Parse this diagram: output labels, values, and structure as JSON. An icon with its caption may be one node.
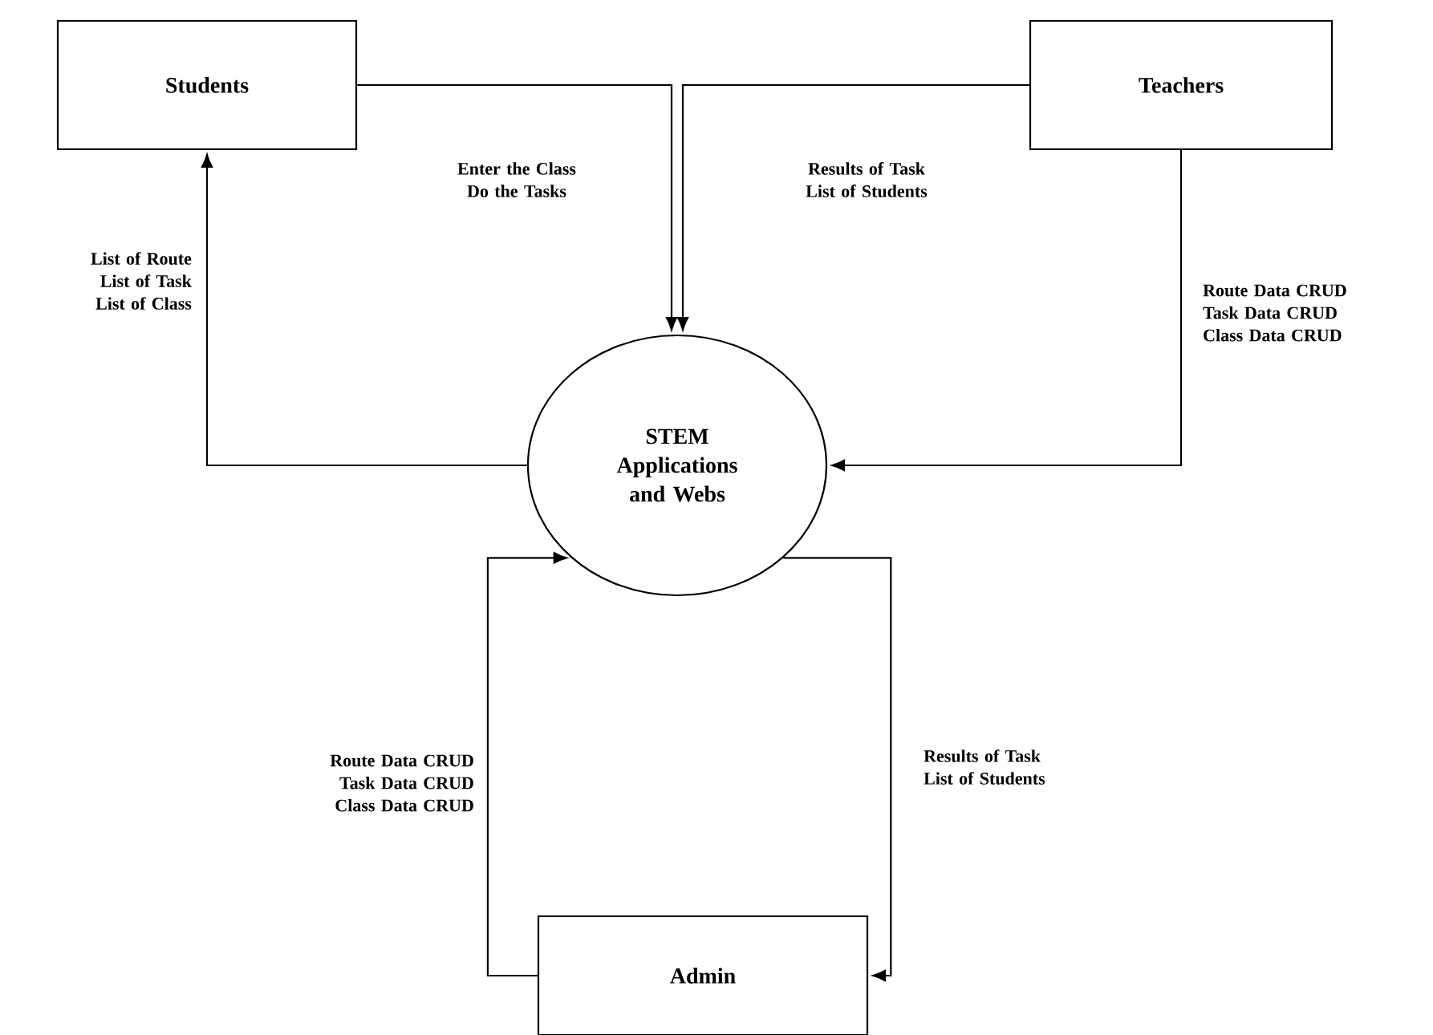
{
  "diagram": {
    "nodes": [
      {
        "text": [
          "Students"
        ]
      },
      {
        "text": [
          "Teachers"
        ]
      },
      {
        "text": [
          "STEM Applications and Webs"
        ]
      },
      {
        "text": [
          "Admin"
        ]
      }
    ],
    "edges": [
      {
        "from": 0,
        "to": 2,
        "arrow": "to",
        "label": "Enter the Class Do the Tasks"
      },
      {
        "from": 1,
        "to": 2,
        "arrow": "to",
        "label": "Results of Task List of Students"
      },
      {
        "from": 2,
        "to": 0,
        "arrow": "to",
        "label": "List of Route List of Task List of Class"
      },
      {
        "from": 1,
        "to": 2,
        "arrow": "to",
        "label": "Route Data CRUD Task Data CRUD Class Data CRUD"
      },
      {
        "from": 3,
        "to": 2,
        "arrow": "to",
        "label": "Route Data CRUD Task Data CRUD Class Data CRUD"
      },
      {
        "from": 2,
        "to": 3,
        "arrow": "to",
        "label": "Results of Task List of Students"
      }
    ]
  }
}
